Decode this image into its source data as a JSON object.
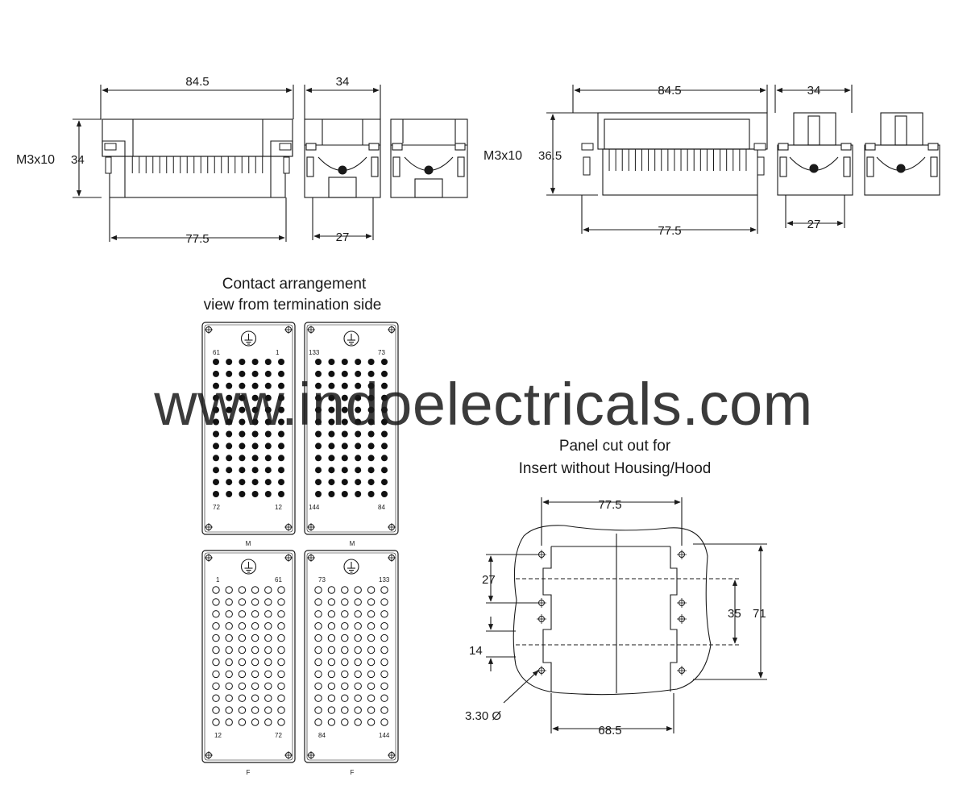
{
  "watermark": "www.indoelectricals.com",
  "colors": {
    "line": "#1a1a1a",
    "body": "#ffffff",
    "pin": "#111111",
    "watermark": "#9a9a9a"
  },
  "views": {
    "left": {
      "screw": "M3x10",
      "width_top": "84.5",
      "height": "34",
      "width_bottom": "77.5",
      "side_top": "34",
      "side_bottom": "27"
    },
    "right": {
      "screw": "M3x10",
      "width_top": "84.5",
      "height": "36.5",
      "width_bottom": "77.5",
      "side_top": "34",
      "side_bottom": "27"
    }
  },
  "contact": {
    "title_line1": "Contact arrangement",
    "title_line2": "view from termination side",
    "earth_icon": "earth-ground-icon",
    "male_label": "M",
    "female_label": "F",
    "male_left": {
      "tl": "61",
      "tr": "1",
      "bl": "72",
      "br": "12"
    },
    "male_right": {
      "tl": "133",
      "tr": "73",
      "bl": "144",
      "br": "84"
    },
    "female_left": {
      "tl": "1",
      "tr": "61",
      "bl": "12",
      "br": "72"
    },
    "female_right": {
      "tl": "73",
      "tr": "133",
      "bl": "84",
      "br": "144"
    }
  },
  "panel": {
    "title_line1": "Panel cut out for",
    "title_line2": "Insert without Housing/Hood",
    "dim_top": "77.5",
    "dim_bottom": "68.5",
    "dim_27": "27",
    "dim_14": "14",
    "dim_35": "35",
    "dim_71": "71",
    "hole": "3.30 Ø"
  }
}
